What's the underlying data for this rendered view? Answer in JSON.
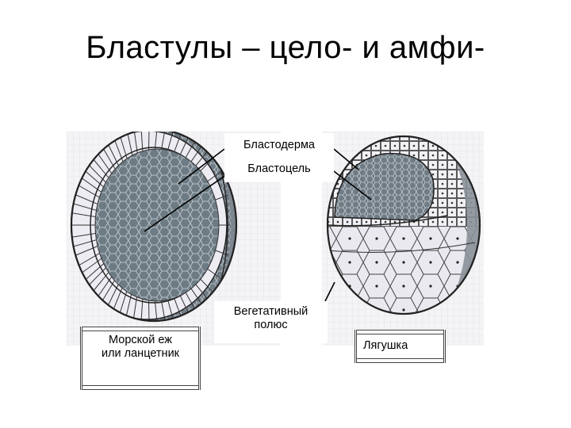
{
  "title": "Бластулы – цело- и амфи-",
  "labels": {
    "blastoderm": "Бластодерма",
    "blastocoel": "Бластоцель",
    "vegetative_line1": "Вегетативный",
    "vegetative_line2": "полюс",
    "urchin_line1": "Морской еж",
    "urchin_line2": "или ланцетник",
    "frog": "Лягушка"
  },
  "colors": {
    "inner_cells": "#6d7b84",
    "cell_wall": "#ececf2",
    "outer_shell": "#7f8790",
    "yolk_cells": "#e9e9ef",
    "outline": "#222222"
  }
}
